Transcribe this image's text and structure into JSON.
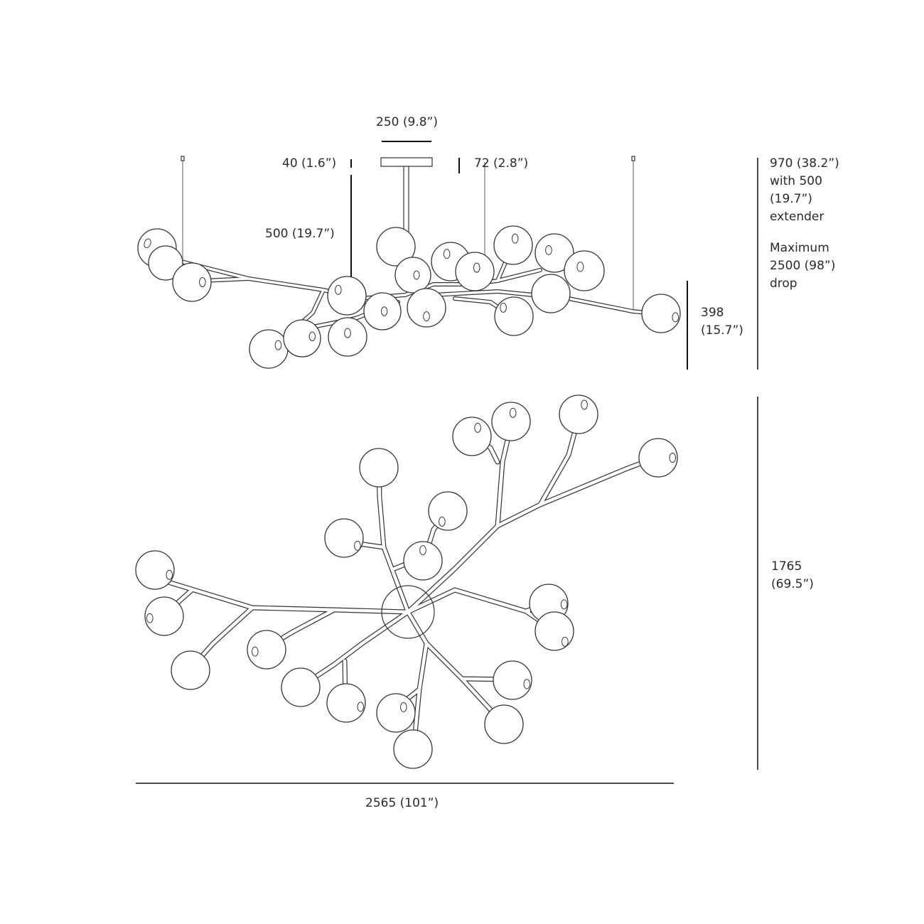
{
  "dimensions": {
    "canopy_width": "250 (9.8”)",
    "stem_40": "40 (1.6”)",
    "stem_72": "72 (2.8”)",
    "extender_500": "500 (19.7”)",
    "fixture_height": [
      "398",
      "(15.7”)"
    ],
    "overall_drop": [
      "970 (38.2”)",
      "with 500",
      "(19.7”)",
      "extender"
    ],
    "max_drop": [
      "Maximum",
      "2500 (98”)",
      "drop"
    ],
    "plan_depth": [
      "1765",
      "(69.5”)"
    ],
    "overall_width": "2565 (101”)"
  },
  "colors": {
    "line": "#333333",
    "dimension_line": "#111111"
  }
}
